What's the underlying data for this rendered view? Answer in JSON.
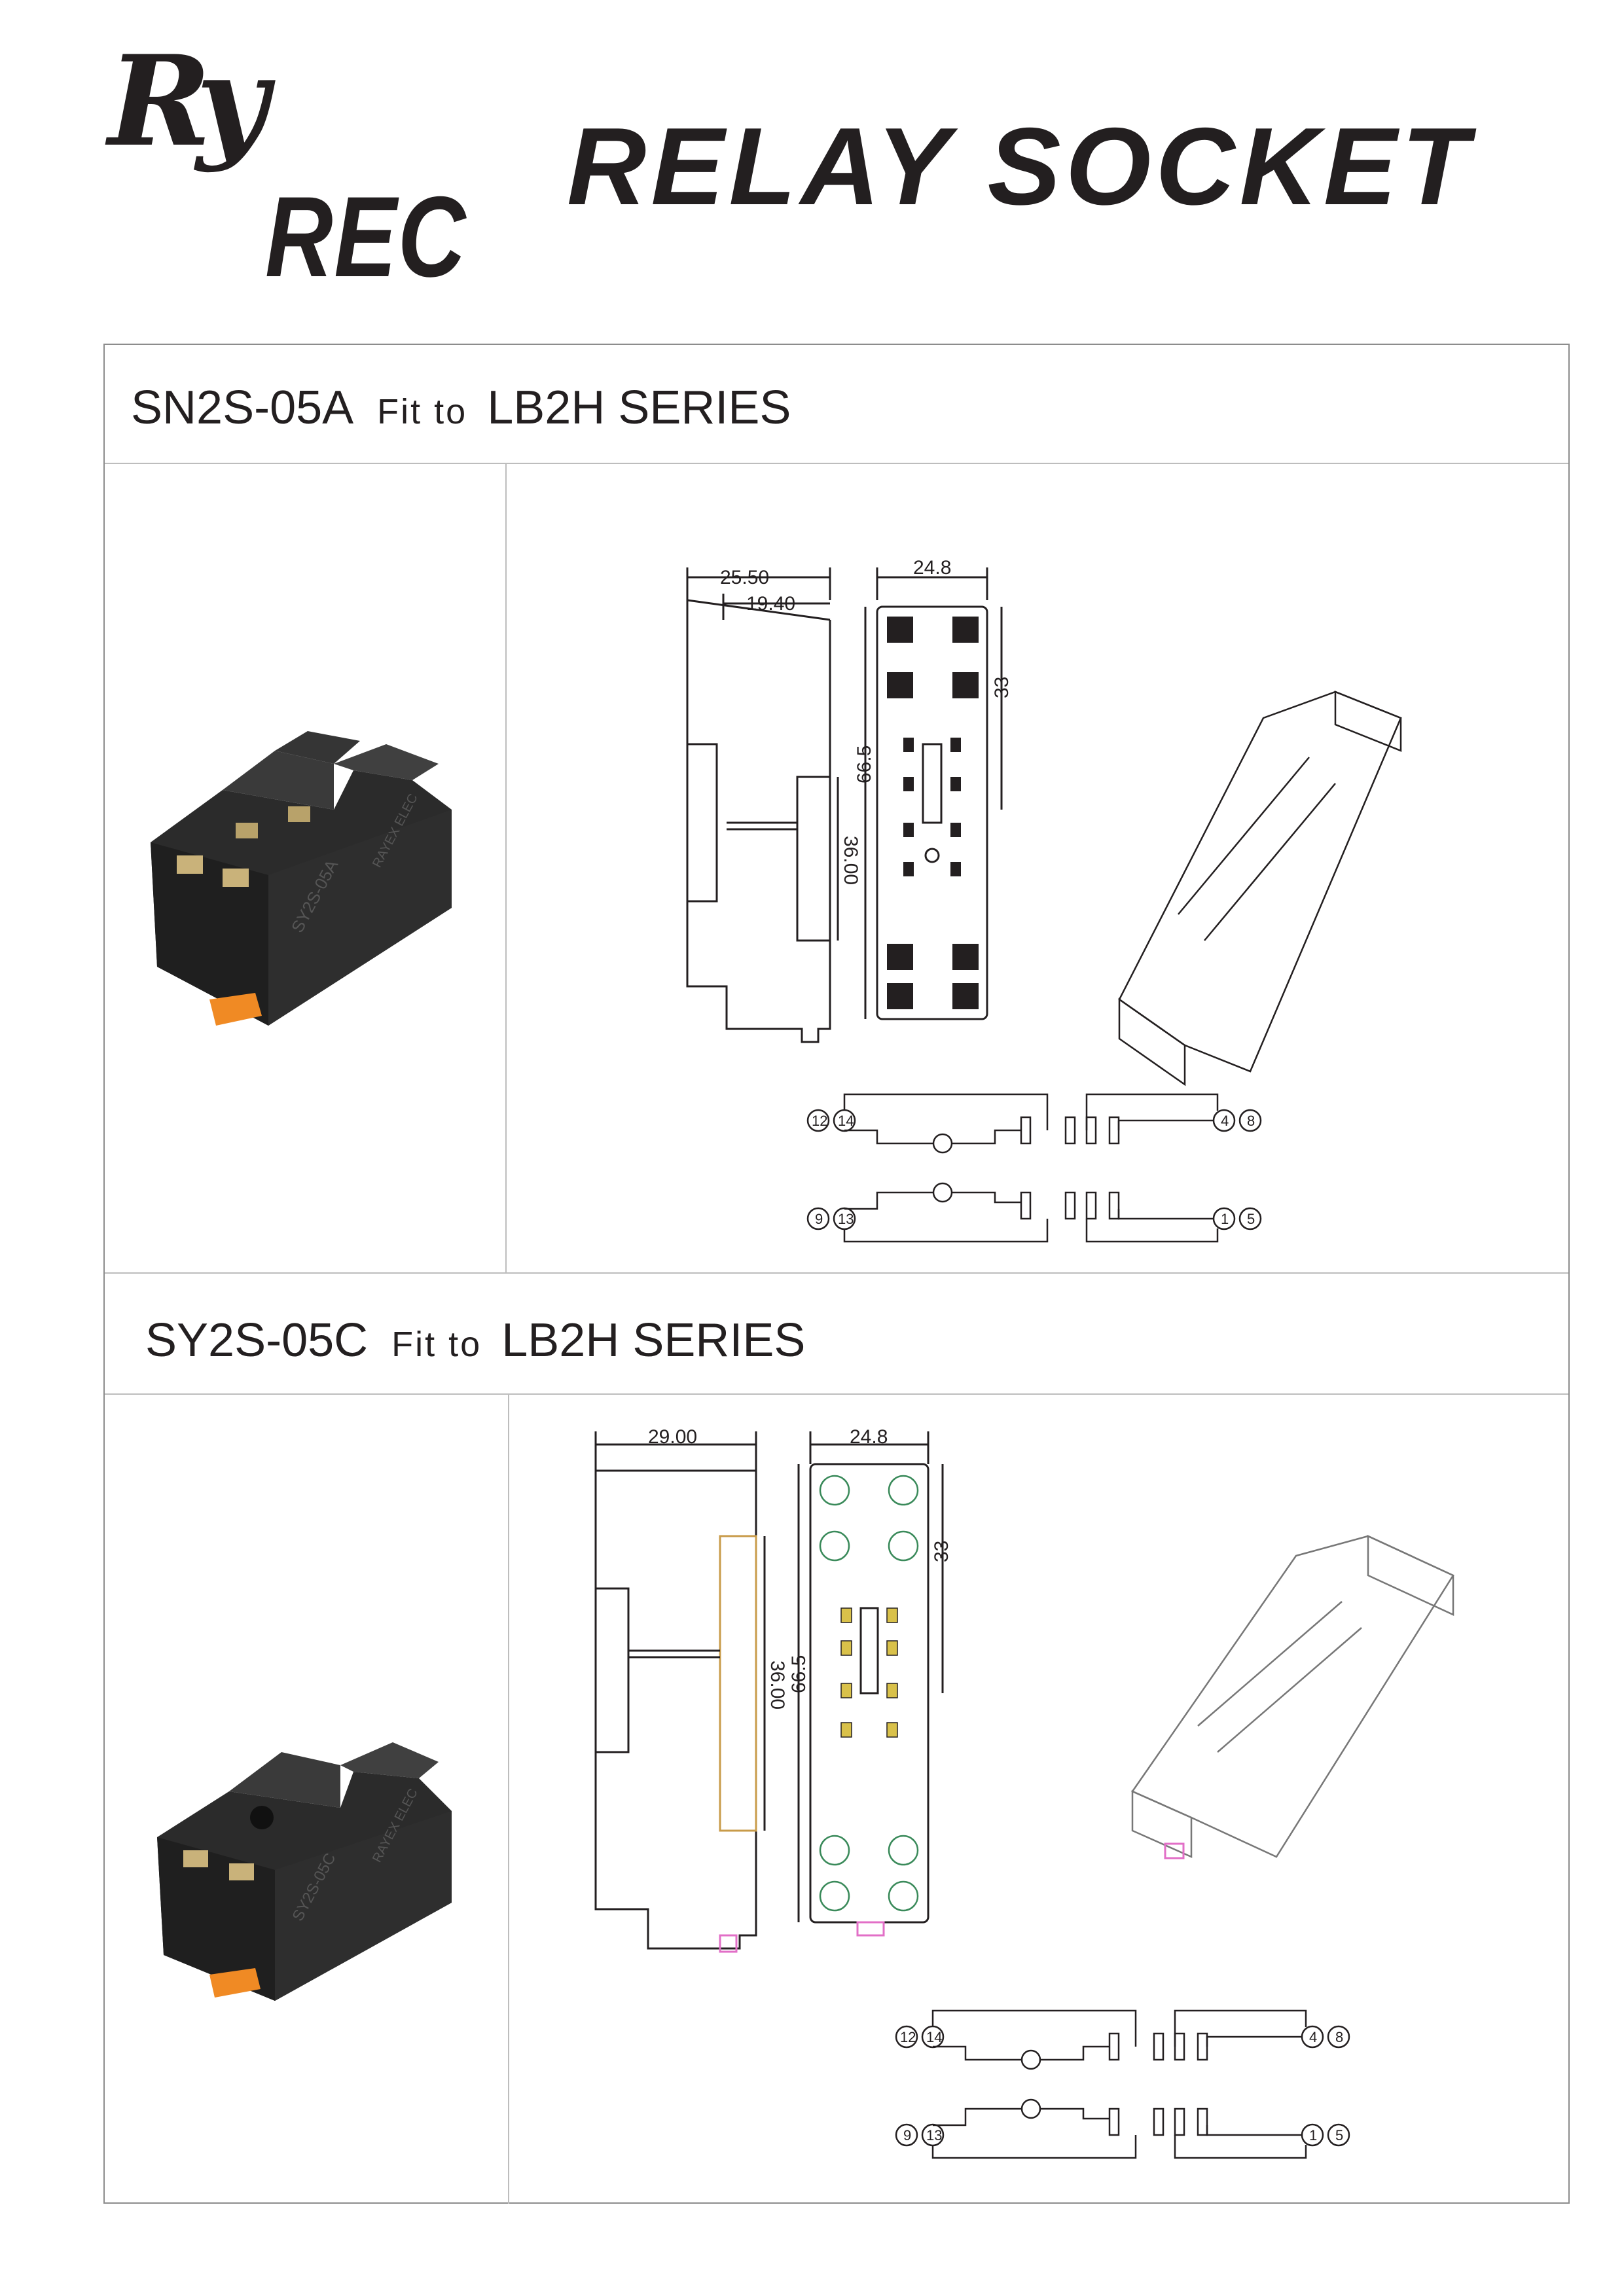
{
  "brand": {
    "logo_script": "Ry",
    "logo_text": "REC"
  },
  "page_title": "RELAY SOCKET",
  "sections": [
    {
      "model": "SN2S-05A",
      "fit_to": "Fit to",
      "series": "LB2H SERIES",
      "dimensions": {
        "side_width": "25.50",
        "side_inner": "19.40",
        "side_height": "36.00",
        "top_width": "24.8",
        "top_length": "66.5",
        "top_half": "33"
      },
      "pins_top": [
        "12",
        "14",
        "4",
        "8"
      ],
      "pins_bottom": [
        "9",
        "13",
        "1",
        "5"
      ],
      "photo_marking": "SY2S-05A",
      "photo_brand": "RAYEX ELEC"
    },
    {
      "model": "SY2S-05C",
      "fit_to": "Fit to",
      "series": "LB2H SERIES",
      "dimensions": {
        "side_width": "29.00",
        "side_height": "36.00",
        "top_width": "24.8",
        "top_length": "66.5",
        "top_half": "33"
      },
      "pins_top": [
        "12",
        "14",
        "4",
        "8"
      ],
      "pins_bottom": [
        "9",
        "13",
        "1",
        "5"
      ],
      "photo_marking": "SY2S-05C",
      "photo_brand": "RAYEX ELEC"
    }
  ]
}
